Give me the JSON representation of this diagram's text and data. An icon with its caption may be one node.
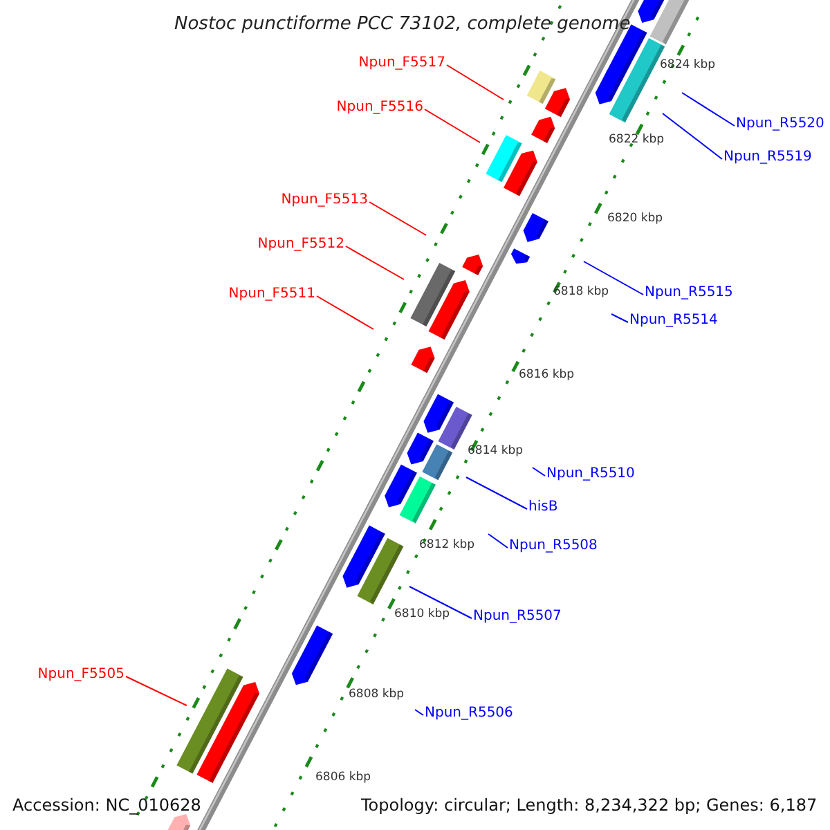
{
  "diagram": {
    "title": "Nostoc punctiforme PCC 73102, complete genome",
    "nodes": [
      {
        "text": [
          "Npun_F5517"
        ]
      },
      {
        "text": [
          "Npun_F5516"
        ]
      },
      {
        "text": [
          "Npun_F5513"
        ]
      },
      {
        "text": [
          "Npun_F5512"
        ]
      },
      {
        "text": [
          "Npun_F5511"
        ]
      },
      {
        "text": [
          "Npun_R5520"
        ]
      },
      {
        "text": [
          "Npun_R5519"
        ]
      },
      {
        "text": [
          "Npun_R5515"
        ]
      },
      {
        "text": [
          "Npun_R5514"
        ]
      },
      {
        "text": [
          "Npun_R5510"
        ]
      },
      {
        "text": [
          "hisB"
        ]
      },
      {
        "text": [
          "Npun_R5508"
        ]
      },
      {
        "text": [
          "Npun_R5507"
        ]
      },
      {
        "text": [
          "Npun_F5505"
        ]
      },
      {
        "text": [
          "Npun_R5506"
        ]
      }
    ],
    "edges": [
      {
        "from": 0,
        "to": null,
        "arrow": "none",
        "color": "#ff0000"
      },
      {
        "from": 1,
        "to": null,
        "arrow": "none",
        "color": "#ff0000"
      },
      {
        "from": 2,
        "to": null,
        "arrow": "none",
        "color": "#ff0000"
      },
      {
        "from": 3,
        "to": null,
        "arrow": "none",
        "color": "#ff0000"
      },
      {
        "from": 4,
        "to": null,
        "arrow": "none",
        "color": "#ff0000"
      },
      {
        "from": 5,
        "to": null,
        "arrow": "none"
      },
      {
        "from": 6,
        "to": null,
        "arrow": "none"
      },
      {
        "from": 7,
        "to": null,
        "arrow": "none"
      },
      {
        "from": 8,
        "to": null,
        "arrow": "none"
      },
      {
        "from": 9,
        "to": null,
        "arrow": "none"
      },
      {
        "from": 10,
        "to": null,
        "arrow": "none"
      },
      {
        "from": 11,
        "to": null,
        "arrow": "none"
      },
      {
        "from": 12,
        "to": null,
        "arrow": "none"
      },
      {
        "from": 13,
        "to": null,
        "arrow": "none",
        "color": "#ff0000"
      },
      {
        "from": 14,
        "to": null,
        "arrow": "none"
      }
    ],
    "labels": [
      "6824 kbp",
      "6822 kbp",
      "6820 kbp",
      "6818 kbp",
      "6816 kbp",
      "6814 kbp",
      "6812 kbp",
      "6810 kbp",
      "6808 kbp",
      "6806 kbp",
      "Accession: NC_010628",
      "Topology: circular; Length: 8,234,322 bp; Genes: 6,187"
    ]
  }
}
